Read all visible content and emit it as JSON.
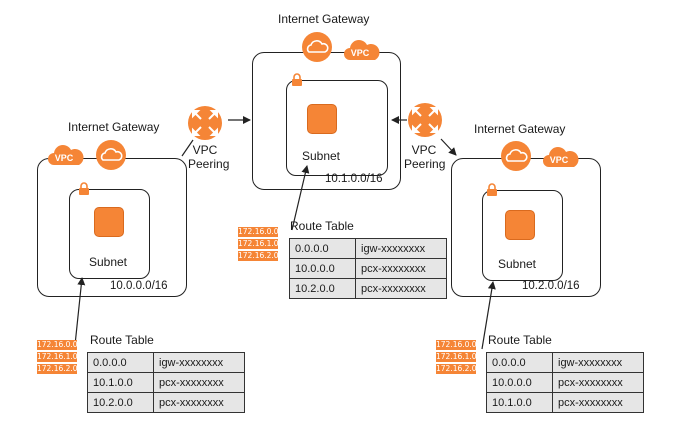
{
  "top": {
    "igw_label": "Internet Gateway",
    "vpc_badge": "VPC",
    "subnet_label": "Subnet",
    "cidr": "10.1.0.0/16",
    "route_table": {
      "title": "Route Table",
      "addresses": [
        "172.16.0.0",
        "172.16.1.0",
        "172.16.2.0"
      ],
      "rows": [
        [
          "0.0.0.0",
          "igw-xxxxxxxx"
        ],
        [
          "10.0.0.0",
          "pcx-xxxxxxxx"
        ],
        [
          "10.2.0.0",
          "pcx-xxxxxxxx"
        ]
      ]
    }
  },
  "left": {
    "igw_label": "Internet Gateway",
    "vpc_badge": "VPC",
    "subnet_label": "Subnet",
    "cidr": "10.0.0.0/16",
    "route_table": {
      "title": "Route Table",
      "addresses": [
        "172.16.0.0",
        "172.16.1.0",
        "172.16.2.0"
      ],
      "rows": [
        [
          "0.0.0.0",
          "igw-xxxxxxxx"
        ],
        [
          "10.1.0.0",
          "pcx-xxxxxxxx"
        ],
        [
          "10.2.0.0",
          "pcx-xxxxxxxx"
        ]
      ]
    }
  },
  "right": {
    "igw_label": "Internet Gateway",
    "vpc_badge": "VPC",
    "subnet_label": "Subnet",
    "cidr": "10.2.0.0/16",
    "route_table": {
      "title": "Route Table",
      "addresses": [
        "172.16.0.0",
        "172.16.1.0",
        "172.16.2.0"
      ],
      "rows": [
        [
          "0.0.0.0",
          "igw-xxxxxxxx"
        ],
        [
          "10.0.0.0",
          "pcx-xxxxxxxx"
        ],
        [
          "10.1.0.0",
          "pcx-xxxxxxxx"
        ]
      ]
    }
  },
  "peering_left": {
    "line1": "VPC",
    "line2": "Peering"
  },
  "peering_right": {
    "line1": "VPC",
    "line2": "Peering"
  },
  "colors": {
    "accent": "#f58536",
    "table_fill": "#e6e6e6",
    "line": "#222222"
  }
}
